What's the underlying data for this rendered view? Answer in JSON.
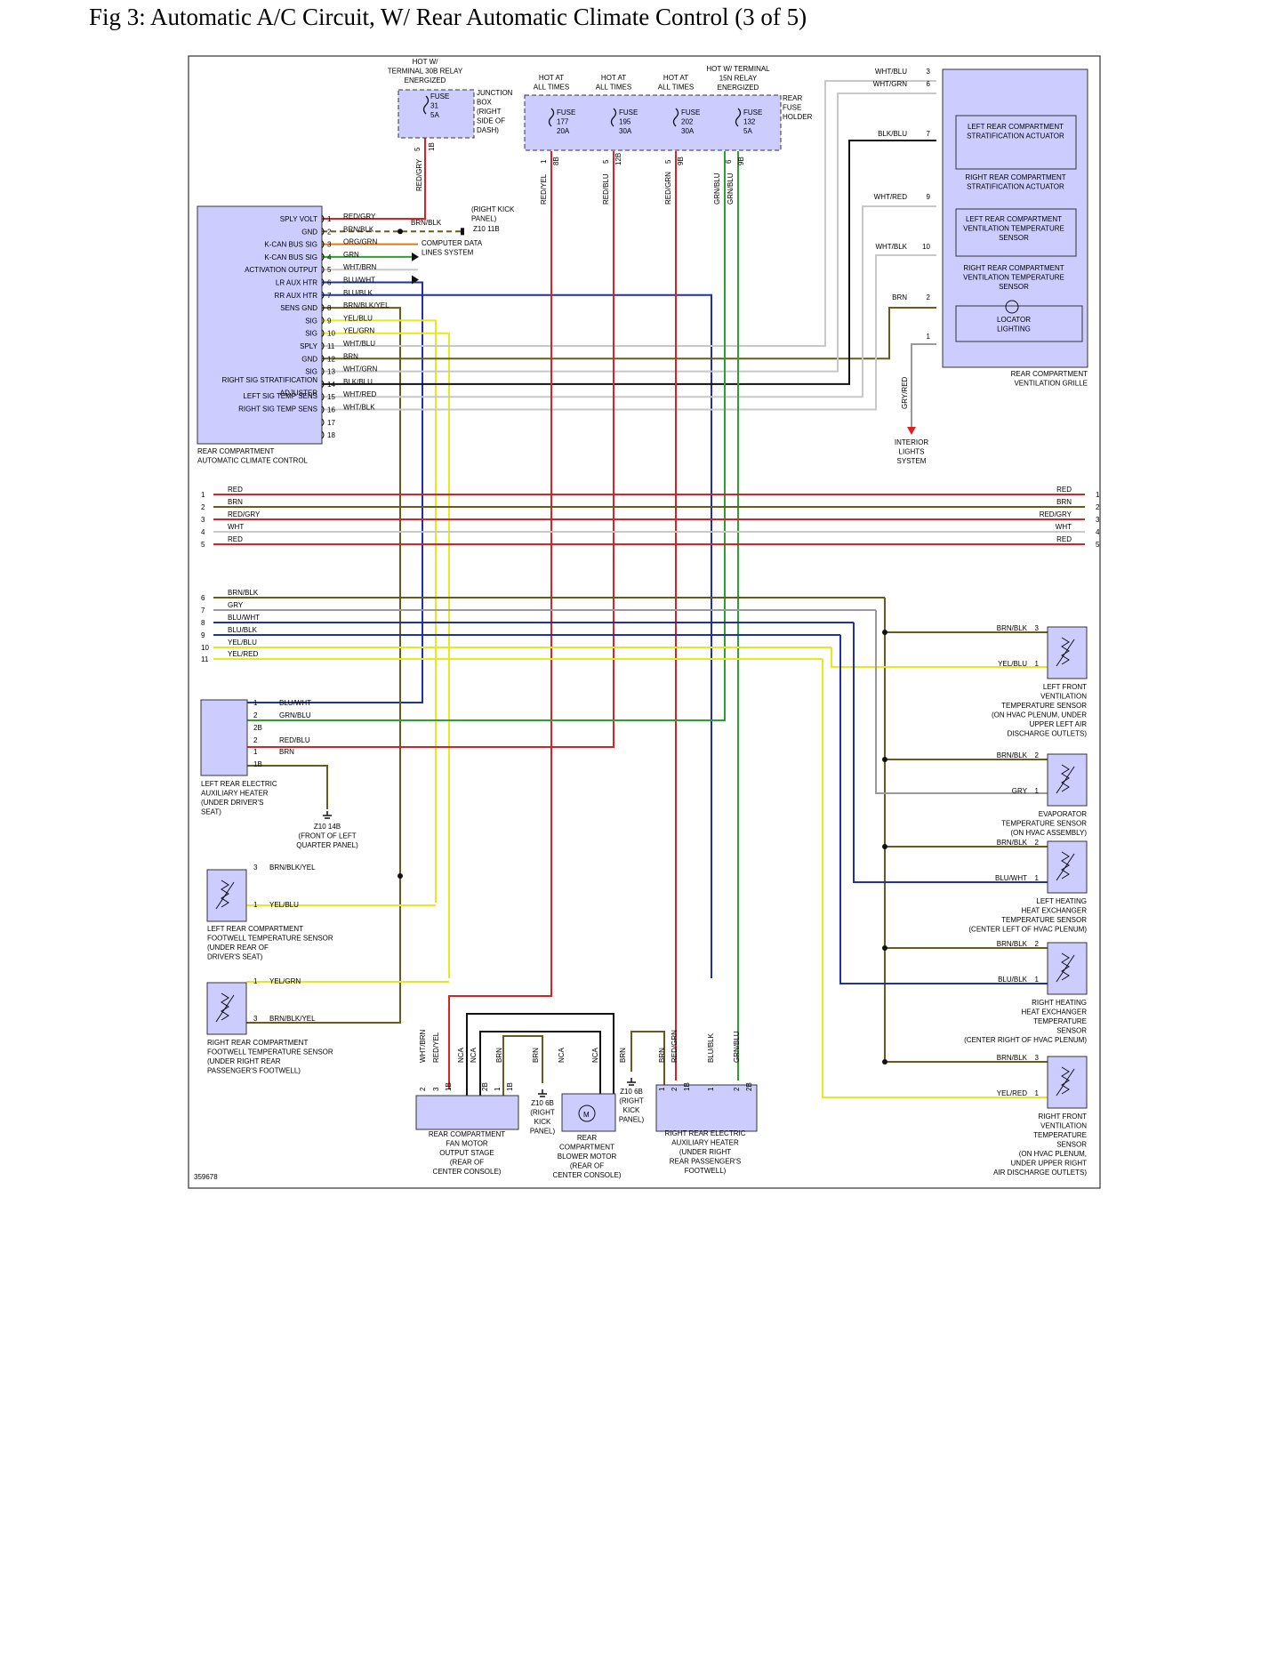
{
  "title": "Fig 3: Automatic A/C Circuit, W/ Rear Automatic Climate Control (3 of 5)",
  "diagram_id": "359678",
  "colors": {
    "RED": "#e02020",
    "BRN": "#6b5a1e",
    "BLK": "#111111",
    "ORG": "#e07a10",
    "GRN": "#2ea02e",
    "BLU": "#1f2fb0",
    "YEL": "#e8e820",
    "WHT": "#c8c8c8",
    "GRY": "#9a9a9a",
    "VIO": "#7a1f8a",
    "component_fill": "#ccccff"
  },
  "power": {
    "hot1": "HOT W/\nTERMINAL 30B RELAY\nENERGIZED",
    "fuse31": "FUSE\n31\n5A",
    "junction_box": "JUNCTION\nBOX\n(RIGHT\nSIDE OF\nDASH)",
    "hot_at_all_times": "HOT AT\nALL TIMES",
    "hot15": "HOT W/ TERMINAL\n15N RELAY\nENERGIZED",
    "fuse177": "FUSE\n177\n20A",
    "fuse195": "FUSE\n195\n30A",
    "fuse202": "FUSE\n202\n30A",
    "fuse132": "FUSE\n132\n5A",
    "rear_fuse_holder": "REAR\nFUSE\nHOLDER",
    "wire_redgry": "RED/GRY",
    "wire_redyel": "RED/YEL",
    "wire_redblu": "RED/BLU",
    "wire_redgrn": "RED/GRN",
    "wire_grnblu": "GRN/BLU",
    "pins": [
      "5",
      "1B",
      "1",
      "8B",
      "5",
      "12B",
      "5",
      "9B",
      "6",
      "9B"
    ]
  },
  "controller": {
    "name": "REAR COMPARTMENT\nAUTOMATIC CLIMATE CONTROL",
    "labels": [
      "SPLY VOLT",
      "GND",
      "K-CAN BUS SIG",
      "K-CAN BUS SIG",
      "ACTIVATION OUTPUT",
      "LR AUX HTR",
      "RR AUX HTR",
      "SENS GND",
      "SIG",
      "SIG",
      "SPLY",
      "GND",
      "SIG",
      "RIGHT SIG STRATIFICATION",
      "ADJUSTER",
      "LEFT SIG TEMP SENS",
      "RIGHT SIG TEMP SENS"
    ],
    "pins": [
      "1",
      "2",
      "3",
      "4",
      "5",
      "6",
      "7",
      "8",
      "9",
      "10",
      "11",
      "12",
      "13",
      "14",
      "15",
      "16",
      "17",
      "18"
    ],
    "wires": [
      "RED/GRY",
      "BRN/BLK",
      "ORG/GRN",
      "GRN",
      "WHT/BRN",
      "BLU/WHT",
      "BLU/BLK",
      "BRN/BLK/YEL",
      "YEL/BLU",
      "YEL/GRN",
      "WHT/BLU",
      "BRN",
      "WHT/GRN",
      "BLK/BLU",
      "WHT/RED",
      "WHT/BLK",
      "",
      ""
    ],
    "right_kick": "(RIGHT KICK\nPANEL)",
    "gnd_wire": "BRN/BLK",
    "z10_11b": "Z10 11B",
    "cdl": "COMPUTER DATA\nLINES SYSTEM"
  },
  "grille": {
    "name": "REAR COMPARTMENT\nVENTILATION GRILLE",
    "items": [
      "LEFT REAR COMPARTMENT\nSTRATIFICATION ACTUATOR",
      "RIGHT REAR COMPARTMENT\nSTRATIFICATION ACTUATOR",
      "LEFT REAR COMPARTMENT\nVENTILATION TEMPERATURE\nSENSOR",
      "RIGHT REAR COMPARTMENT\nVENTILATION TEMPERATURE\nSENSOR",
      "LOCATOR\nLIGHTING"
    ],
    "wires": [
      "WHT/BLU",
      "WHT/GRN",
      "BLK/BLU",
      "WHT/RED",
      "WHT/BLK",
      "BRN",
      ""
    ],
    "pins": [
      "3",
      "6",
      "7",
      "9",
      "10",
      "2",
      "1"
    ],
    "gryred": "GRY/RED",
    "interior_lights": "INTERIOR\nLIGHTS\nSYSTEM"
  },
  "bus": {
    "wires": [
      "RED",
      "BRN",
      "RED/GRY",
      "WHT",
      "RED",
      "BRN/BLK",
      "GRY",
      "BLU/WHT",
      "BLU/BLK",
      "YEL/BLU",
      "YEL/RED"
    ],
    "right_wires": [
      "RED",
      "BRN",
      "RED/GRY",
      "WHT",
      "RED"
    ],
    "nums": [
      "1",
      "2",
      "3",
      "4",
      "5",
      "6",
      "7",
      "8",
      "9",
      "10",
      "11"
    ]
  },
  "left_heater": {
    "name": "LEFT REAR ELECTRIC\nAUXILIARY HEATER\n(UNDER DRIVER'S\nSEAT)",
    "pins": [
      "1",
      "2",
      "2B",
      "2",
      "1",
      "1B"
    ],
    "wires": [
      "BLU/WHT",
      "GRN/BLU",
      "RED/BLU",
      "BRN"
    ],
    "ground": "Z10 14B\n(FRONT OF LEFT\nQUARTER PANEL)"
  },
  "left_footwell": {
    "name": "LEFT REAR COMPARTMENT\nFOOTWELL TEMPERATURE SENSOR\n(UNDER REAR OF\nDRIVER'S SEAT)",
    "pins": [
      "3",
      "1"
    ],
    "wires": [
      "BRN/BLK/YEL",
      "YEL/BLU"
    ]
  },
  "right_footwell": {
    "name": "RIGHT REAR COMPARTMENT\nFOOTWELL TEMPERATURE SENSOR\n(UNDER RIGHT REAR\nPASSENGER'S FOOTWELL)",
    "pins": [
      "1",
      "3"
    ],
    "wires": [
      "YEL/GRN",
      "BRN/BLK/YEL"
    ]
  },
  "bottom": {
    "output_stage": "REAR COMPARTMENT\nFAN MOTOR\nOUTPUT STAGE\n(REAR OF\nCENTER CONSOLE)",
    "blower": "REAR\nCOMPARTMENT\nBLOWER MOTOR\n(REAR OF\nCENTER CONSOLE)",
    "motor_m": "M",
    "right_heater": "RIGHT REAR ELECTRIC\nAUXILIARY HEATER\n(UNDER RIGHT\nREAR PASSENGER'S\nFOOTWELL)",
    "z10_6b": "Z10 6B\n(RIGHT\nKICK\nPANEL)",
    "vertical_wires": [
      "WHT/BRN",
      "RED/YEL",
      "NCA",
      "NCA",
      "BRN",
      "BRN",
      "NCA",
      "NCA",
      "BRN",
      "BRN",
      "RED/GRN",
      "BLU/BLK",
      "GRN/BLU"
    ],
    "pins": [
      "2",
      "3",
      "1B",
      "2B",
      "1",
      "1B",
      "1",
      "2",
      "1B",
      "1",
      "2",
      "2B"
    ]
  },
  "sensors": [
    {
      "name": "LEFT FRONT\nVENTILATION\nTEMPERATURE SENSOR\n(ON HVAC PLENUM, UNDER\nUPPER LEFT AIR\nDISCHARGE OUTLETS)",
      "w1": "BRN/BLK",
      "p1": "3",
      "w2": "YEL/BLU",
      "p2": "1"
    },
    {
      "name": "EVAPORATOR\nTEMPERATURE SENSOR\n(ON HVAC ASSEMBLY)",
      "w1": "BRN/BLK",
      "p1": "2",
      "w2": "GRY",
      "p2": "1"
    },
    {
      "name": "LEFT HEATING\nHEAT EXCHANGER\nTEMPERATURE SENSOR\n(CENTER LEFT OF HVAC PLENUM)",
      "w1": "BRN/BLK",
      "p1": "2",
      "w2": "BLU/WHT",
      "p2": "1"
    },
    {
      "name": "RIGHT HEATING\nHEAT EXCHANGER\nTEMPERATURE\nSENSOR\n(CENTER RIGHT OF HVAC PLENUM)",
      "w1": "BRN/BLK",
      "p1": "2",
      "w2": "BLU/BLK",
      "p2": "1"
    },
    {
      "name": "RIGHT FRONT\nVENTILATION\nTEMPERATURE\nSENSOR\n(ON HVAC PLENUM,\nUNDER UPPER RIGHT\nAIR DISCHARGE OUTLETS)",
      "w1": "BRN/BLK",
      "p1": "3",
      "w2": "YEL/RED",
      "p2": "1"
    }
  ]
}
